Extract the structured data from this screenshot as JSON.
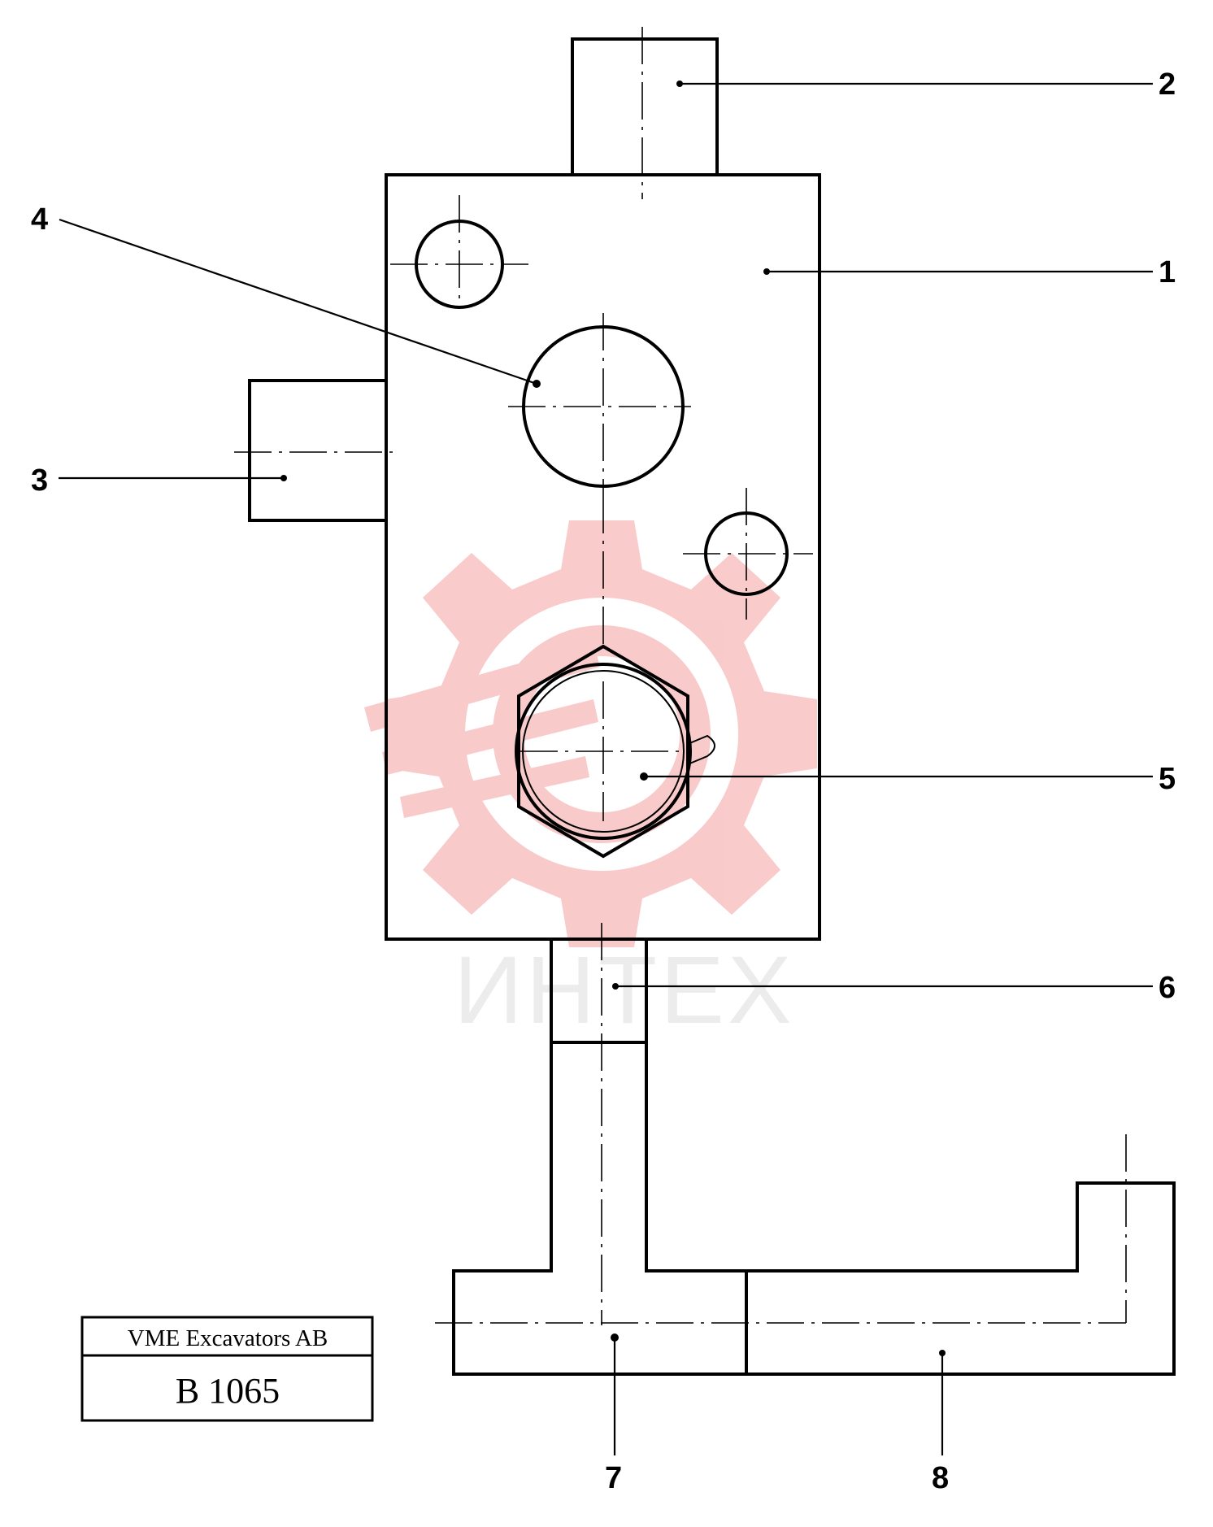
{
  "callouts": [
    {
      "label": "1"
    },
    {
      "label": "2"
    },
    {
      "label": "3"
    },
    {
      "label": "4"
    },
    {
      "label": "5"
    },
    {
      "label": "6"
    },
    {
      "label": "7"
    },
    {
      "label": "8"
    }
  ],
  "watermark": {
    "text": "ИНТЕХ",
    "color": "#f28c8c"
  },
  "title_block": {
    "company": "VME Excavators AB",
    "code": "B 1065"
  }
}
